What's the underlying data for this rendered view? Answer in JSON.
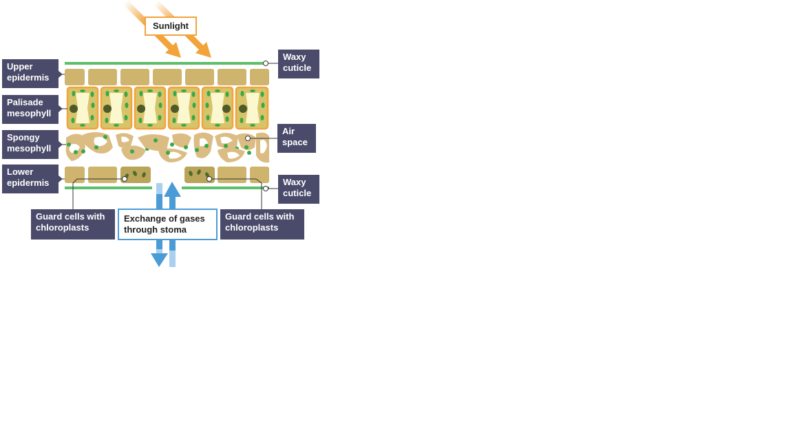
{
  "labels": {
    "sunlight": "Sunlight",
    "upper_epidermis": [
      "Upper",
      "epidermis"
    ],
    "palisade_mesophyll": [
      "Palisade",
      "mesophyll"
    ],
    "spongy_mesophyll": [
      "Spongy",
      "mesophyll"
    ],
    "lower_epidermis": [
      "Lower",
      "epidermis"
    ],
    "waxy_cuticle_top": [
      "Waxy",
      "cuticle"
    ],
    "air_space": [
      "Air",
      "space"
    ],
    "waxy_cuticle_bottom": [
      "Waxy",
      "cuticle"
    ],
    "guard_cells_left": [
      "Guard cells with",
      "chloroplasts"
    ],
    "guard_cells_right": [
      "Guard cells with",
      "chloroplasts"
    ],
    "gas_exchange": [
      "Exchange of gases",
      "through stoma"
    ]
  },
  "colors": {
    "label_bg": "#4a4a6a",
    "cuticle": "#5cbf6a",
    "epidermis_cell": "#cfb46e",
    "palisade_wall": "#f2a33a",
    "palisade_fill": "#d7c46a",
    "vacuole": "#fbf7cf",
    "chloroplast": "#3aa845",
    "nucleus": "#4e5a2a",
    "spongy_cell": "#dbbd84",
    "sunlight_arrow": "#f2a33a",
    "gas_arrow": "#4a9bd6"
  },
  "icons": {
    "sunlight_arrows": "sunlight-arrow-icon",
    "gas_arrows": "gas-flow-arrow-icon"
  }
}
